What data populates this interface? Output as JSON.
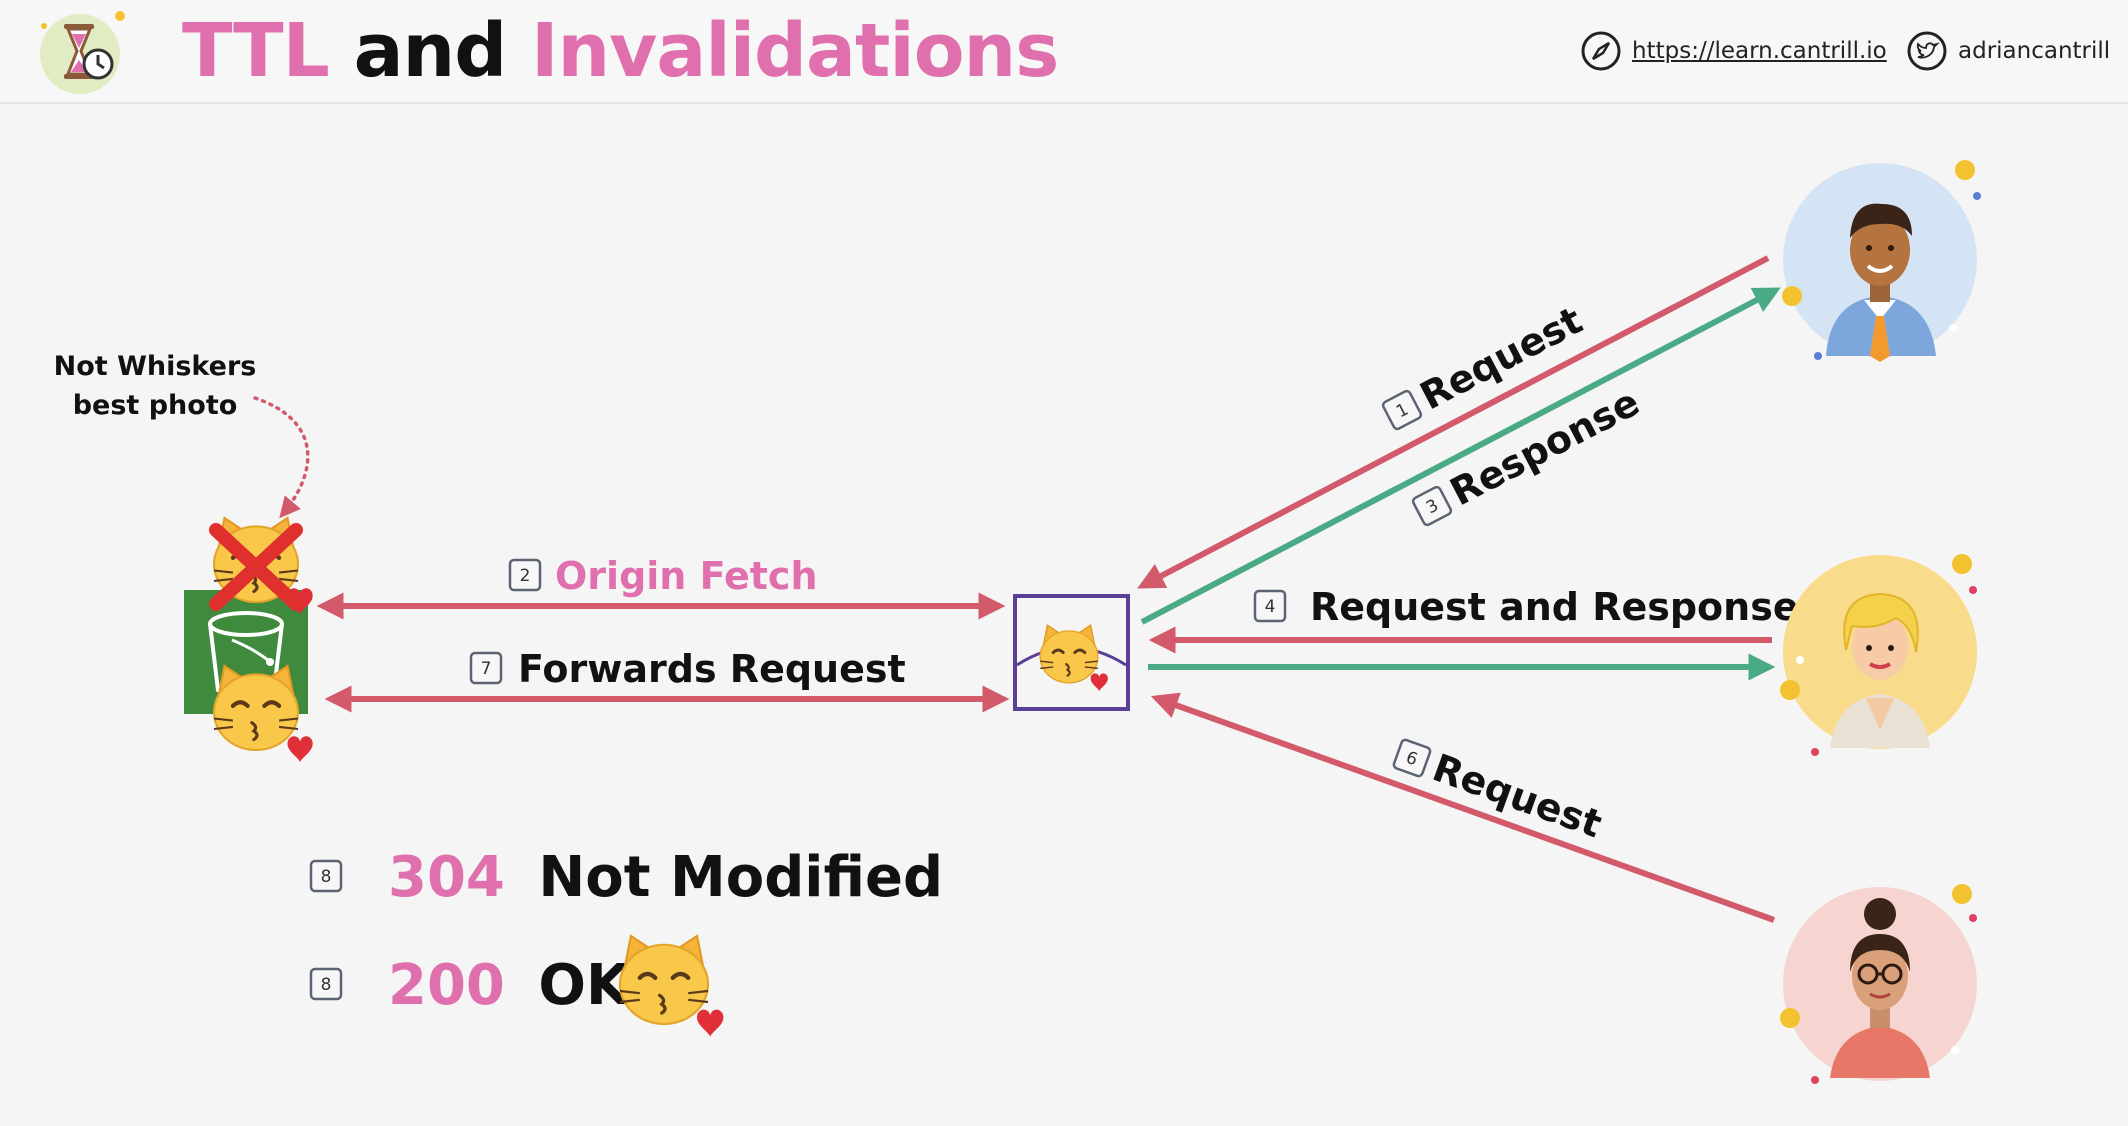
{
  "header": {
    "title_part1": "TTL",
    "title_part2": "and",
    "title_part3": "Invalidations",
    "website": "https://learn.cantrill.io",
    "twitter": "adriancantrill"
  },
  "annotation": {
    "line1": "Not Whiskers",
    "line2": "best photo"
  },
  "flows": {
    "origin_fetch": {
      "step": "2",
      "label": "Origin Fetch"
    },
    "forwards_request": {
      "step": "7",
      "label": "Forwards Request"
    },
    "request_1": {
      "step": "1",
      "label": "Request"
    },
    "response_3": {
      "step": "3",
      "label": "Response"
    },
    "request_response_4": {
      "step": "4",
      "label": "Request and Response"
    },
    "request_6": {
      "step": "6",
      "label": "Request"
    }
  },
  "results": [
    {
      "step": "8",
      "code": "304",
      "text": "Not Modified"
    },
    {
      "step": "8",
      "code": "200",
      "text": "OK"
    }
  ],
  "colors": {
    "pink": "#e06fae",
    "red_arrow": "#d25a6a",
    "green_arrow": "#4aaa86",
    "edge_box": "#5b3f97",
    "bucket_green": "#3f8a3c"
  }
}
